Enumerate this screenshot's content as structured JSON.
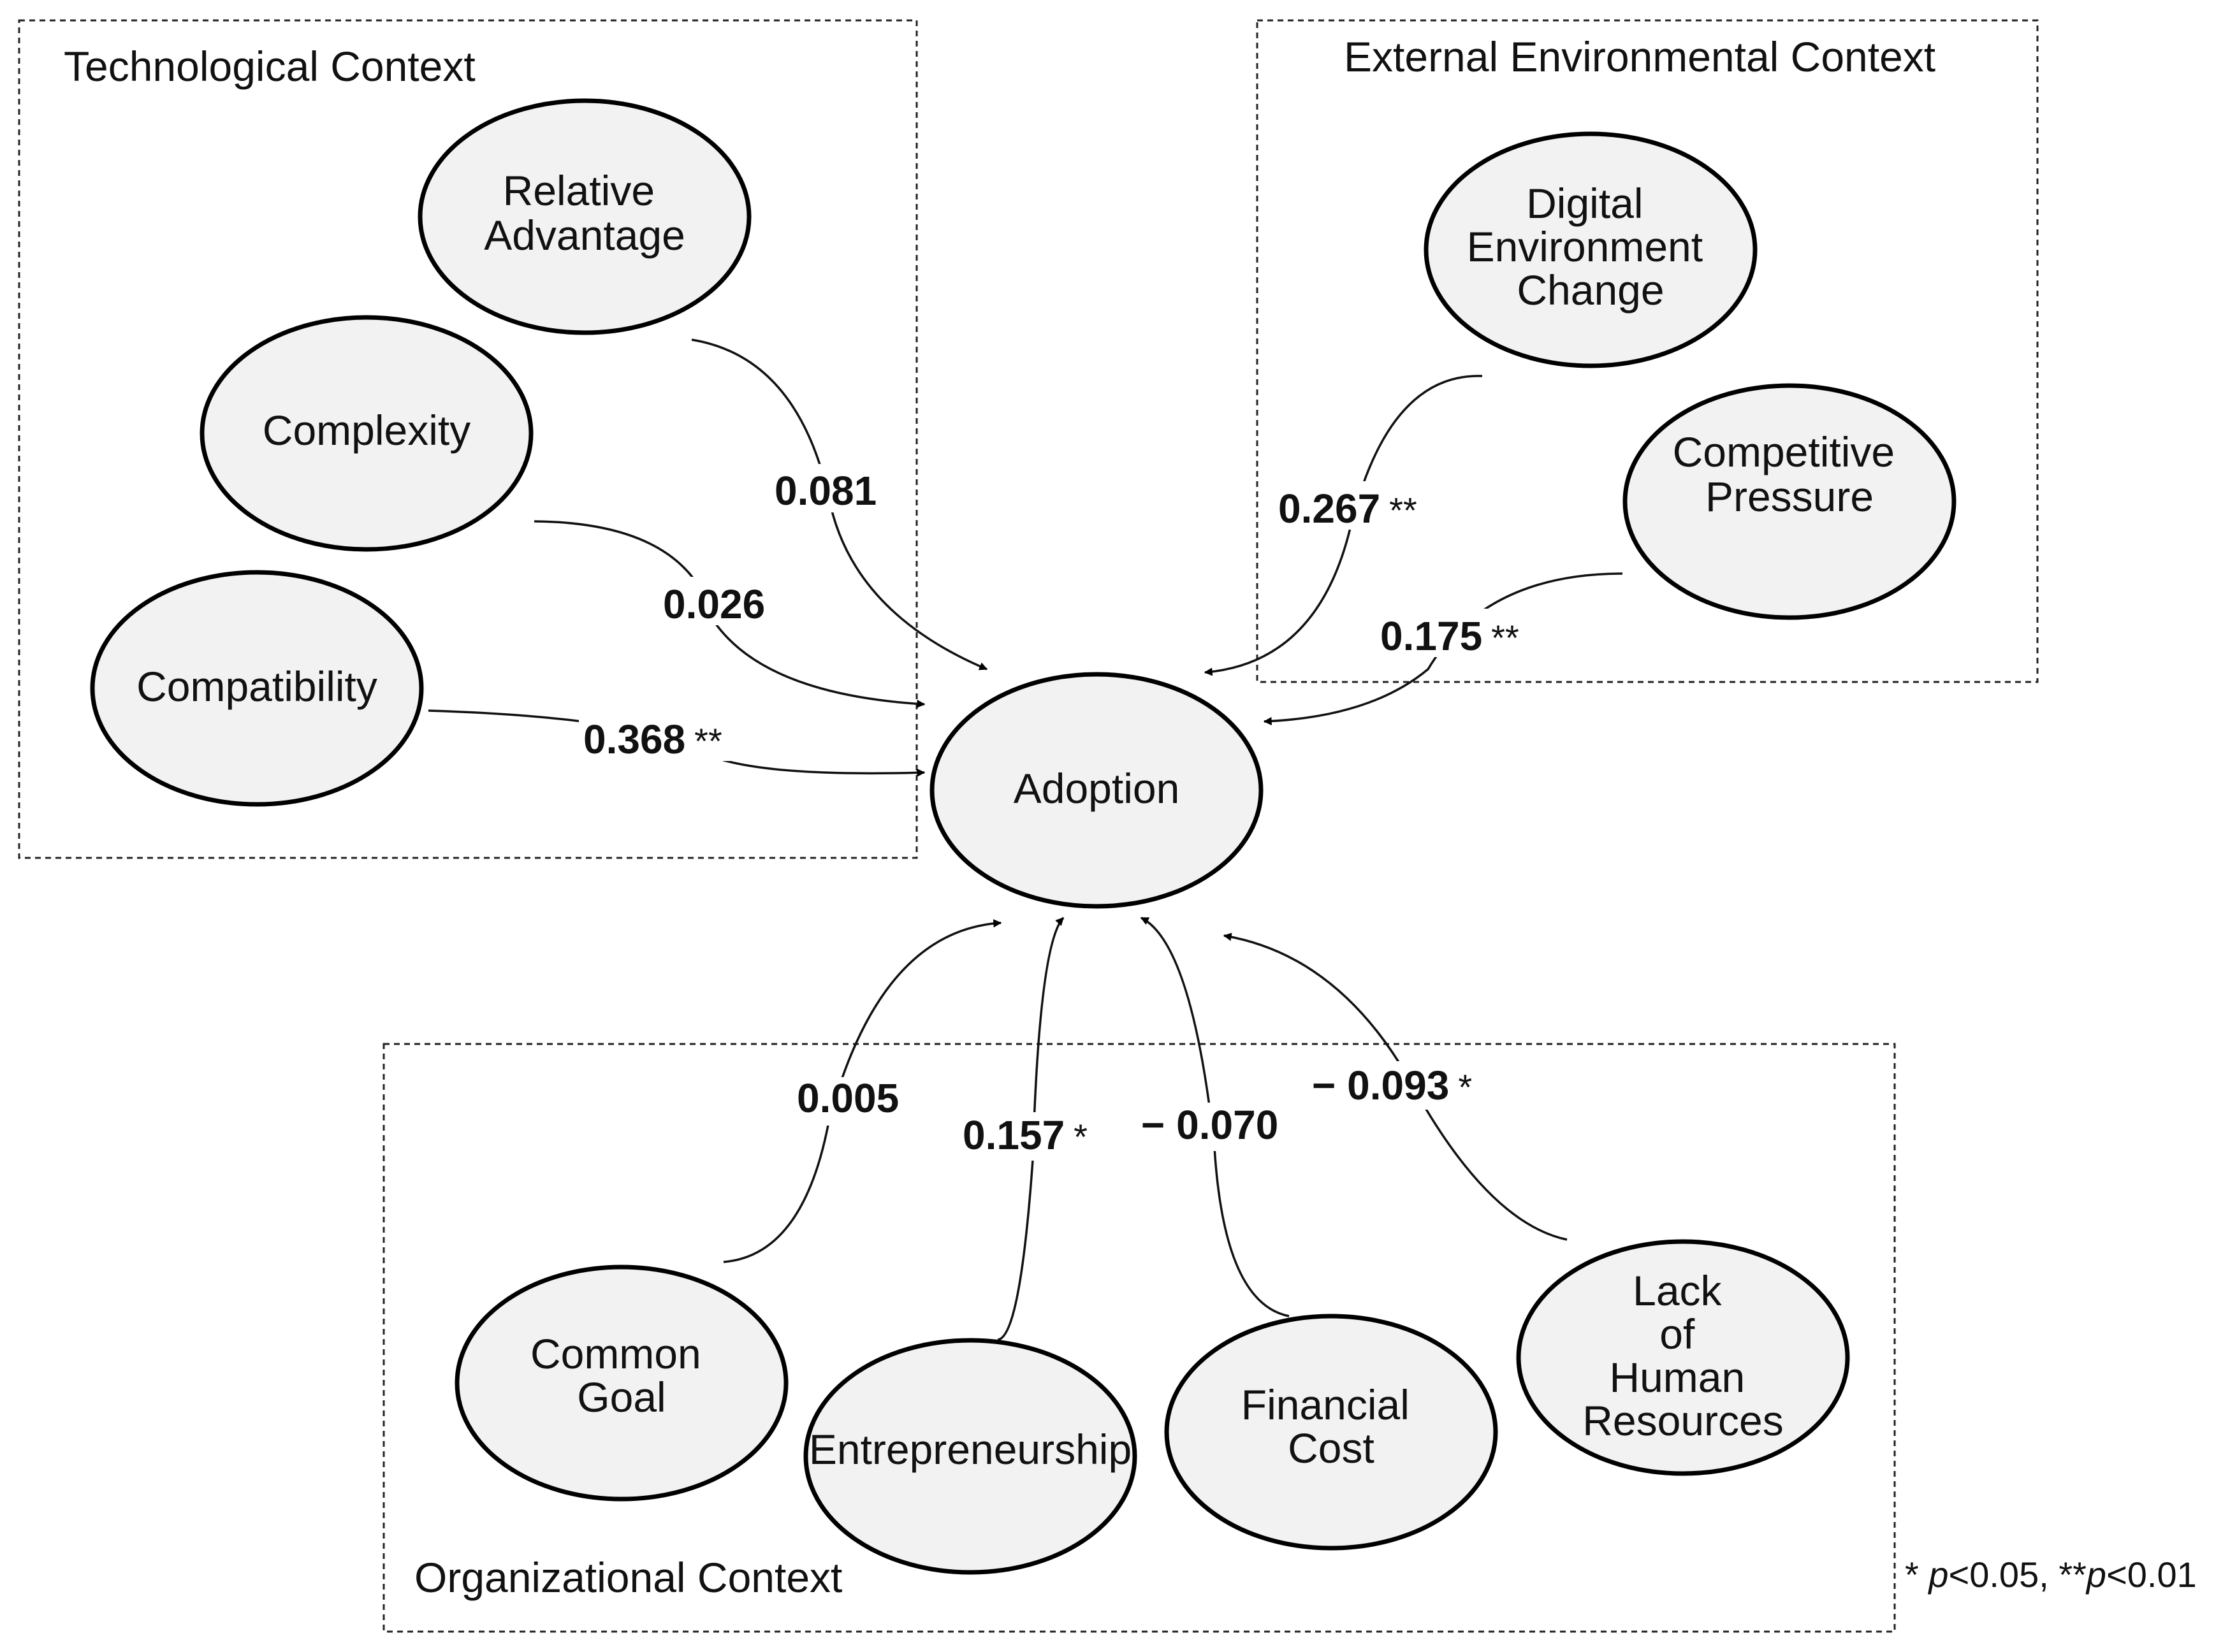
{
  "contexts": {
    "technological": "Technological Context",
    "external": "External Environmental Context",
    "organizational": "Organizational Context"
  },
  "nodes": {
    "relative_advantage": [
      "Relative",
      "Advantage"
    ],
    "complexity": [
      "Complexity"
    ],
    "compatibility": [
      "Compatibility"
    ],
    "digital_environment_change": [
      "Digital",
      "Environment",
      "Change"
    ],
    "competitive_pressure": [
      "Competitive",
      "Pressure"
    ],
    "adoption": [
      "Adoption"
    ],
    "common_goal": [
      "Common",
      "Goal"
    ],
    "entrepreneurship": [
      "Entrepreneurship"
    ],
    "financial_cost": [
      "Financial",
      "Cost"
    ],
    "lack_of_human_resources": [
      "Lack",
      "of",
      "Human",
      "Resources"
    ]
  },
  "paths": [
    {
      "from": "relative_advantage",
      "to": "adoption",
      "coef": "0.081",
      "sig": ""
    },
    {
      "from": "complexity",
      "to": "adoption",
      "coef": "0.026",
      "sig": ""
    },
    {
      "from": "compatibility",
      "to": "adoption",
      "coef": "0.368",
      "sig": "**"
    },
    {
      "from": "digital_environment_change",
      "to": "adoption",
      "coef": "0.267",
      "sig": "**"
    },
    {
      "from": "competitive_pressure",
      "to": "adoption",
      "coef": "0.175",
      "sig": "**"
    },
    {
      "from": "common_goal",
      "to": "adoption",
      "coef": "0.005",
      "sig": ""
    },
    {
      "from": "entrepreneurship",
      "to": "adoption",
      "coef": "0.157",
      "sig": "*"
    },
    {
      "from": "financial_cost",
      "to": "adoption",
      "coef": "− 0.070",
      "sig": ""
    },
    {
      "from": "lack_of_human_resources",
      "to": "adoption",
      "coef": "− 0.093",
      "sig": "*"
    }
  ],
  "significance_note": {
    "star1": "* ",
    "p": "p",
    "lt05": "<0.05, ",
    "star2": "**",
    "lt01": "<0.01"
  }
}
